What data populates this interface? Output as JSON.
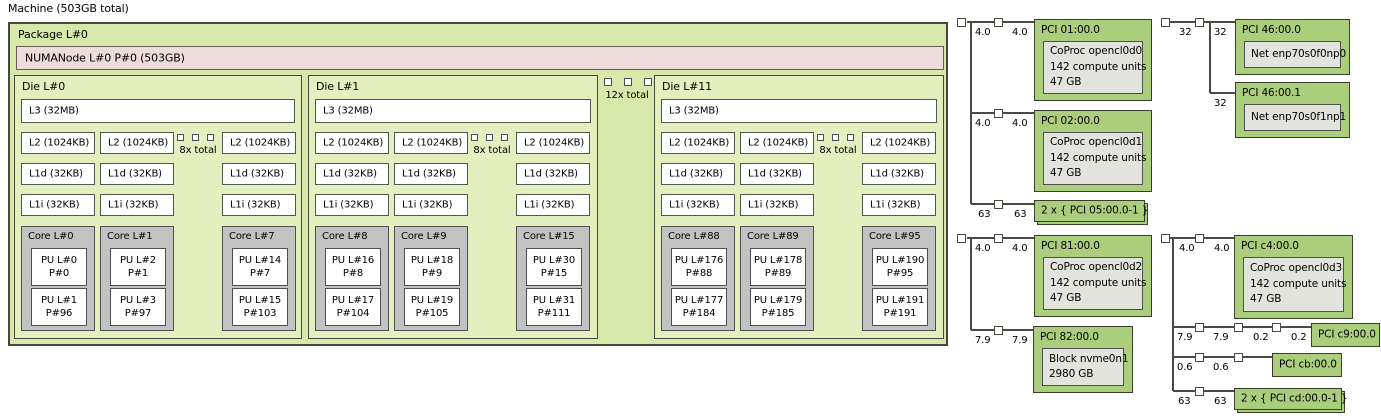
{
  "machine": {
    "label": "Machine (503GB total)"
  },
  "package": {
    "label": "Package L#0",
    "ellipsis": "12x total"
  },
  "numanode": {
    "label": "NUMANode L#0 P#0 (503GB)"
  },
  "dies": [
    {
      "label": "Die L#0",
      "l3": "L3 (32MB)",
      "ellipsis": "8x total",
      "columns": [
        {
          "l2": "L2 (1024KB)",
          "l1d": "L1d (32KB)",
          "l1i": "L1i (32KB)",
          "core": {
            "label": "Core L#0",
            "pus": [
              {
                "line1": "PU L#0",
                "line2": "P#0"
              },
              {
                "line1": "PU L#1",
                "line2": "P#96"
              }
            ]
          }
        },
        {
          "l2": "L2 (1024KB)",
          "l1d": "L1d (32KB)",
          "l1i": "L1i (32KB)",
          "core": {
            "label": "Core L#1",
            "pus": [
              {
                "line1": "PU L#2",
                "line2": "P#1"
              },
              {
                "line1": "PU L#3",
                "line2": "P#97"
              }
            ]
          }
        },
        {
          "l2": "L2 (1024KB)",
          "l1d": "L1d (32KB)",
          "l1i": "L1i (32KB)",
          "core": {
            "label": "Core L#7",
            "pus": [
              {
                "line1": "PU L#14",
                "line2": "P#7"
              },
              {
                "line1": "PU L#15",
                "line2": "P#103"
              }
            ]
          }
        }
      ]
    },
    {
      "label": "Die L#1",
      "l3": "L3 (32MB)",
      "ellipsis": "8x total",
      "columns": [
        {
          "l2": "L2 (1024KB)",
          "l1d": "L1d (32KB)",
          "l1i": "L1i (32KB)",
          "core": {
            "label": "Core L#8",
            "pus": [
              {
                "line1": "PU L#16",
                "line2": "P#8"
              },
              {
                "line1": "PU L#17",
                "line2": "P#104"
              }
            ]
          }
        },
        {
          "l2": "L2 (1024KB)",
          "l1d": "L1d (32KB)",
          "l1i": "L1i (32KB)",
          "core": {
            "label": "Core L#9",
            "pus": [
              {
                "line1": "PU L#18",
                "line2": "P#9"
              },
              {
                "line1": "PU L#19",
                "line2": "P#105"
              }
            ]
          }
        },
        {
          "l2": "L2 (1024KB)",
          "l1d": "L1d (32KB)",
          "l1i": "L1i (32KB)",
          "core": {
            "label": "Core L#15",
            "pus": [
              {
                "line1": "PU L#30",
                "line2": "P#15"
              },
              {
                "line1": "PU L#31",
                "line2": "P#111"
              }
            ]
          }
        }
      ]
    },
    {
      "label": "Die L#11",
      "l3": "L3 (32MB)",
      "ellipsis": "8x total",
      "columns": [
        {
          "l2": "L2 (1024KB)",
          "l1d": "L1d (32KB)",
          "l1i": "L1i (32KB)",
          "core": {
            "label": "Core L#88",
            "pus": [
              {
                "line1": "PU L#176",
                "line2": "P#88"
              },
              {
                "line1": "PU L#177",
                "line2": "P#184"
              }
            ]
          }
        },
        {
          "l2": "L2 (1024KB)",
          "l1d": "L1d (32KB)",
          "l1i": "L1i (32KB)",
          "core": {
            "label": "Core L#89",
            "pus": [
              {
                "line1": "PU L#178",
                "line2": "P#89"
              },
              {
                "line1": "PU L#179",
                "line2": "P#185"
              }
            ]
          }
        },
        {
          "l2": "L2 (1024KB)",
          "l1d": "L1d (32KB)",
          "l1i": "L1i (32KB)",
          "core": {
            "label": "Core L#95",
            "pus": [
              {
                "line1": "PU L#190",
                "line2": "P#95"
              },
              {
                "line1": "PU L#191",
                "line2": "P#191"
              }
            ]
          }
        }
      ]
    }
  ],
  "pci": {
    "groups": [
      {
        "branches": [
          {
            "links": [
              "4.0",
              "4.0"
            ],
            "device": {
              "title": "PCI 01:00.0",
              "lines": [
                "CoProc opencl0d0",
                "142 compute units",
                "47 GB"
              ]
            }
          },
          {
            "links": [
              "4.0",
              "4.0"
            ],
            "device": {
              "title": "PCI 02:00.0",
              "lines": [
                "CoProc opencl0d1",
                "142 compute units",
                "47 GB"
              ]
            }
          },
          {
            "links": [
              "63",
              "63"
            ],
            "device": {
              "title": "2 x { PCI 05:00.0-1 }",
              "stacked": true
            }
          }
        ]
      },
      {
        "branches": [
          {
            "links": [
              "32",
              "32"
            ],
            "device": {
              "title": "PCI 46:00.0",
              "lines": [
                "Net enp70s0f0np0"
              ]
            }
          },
          {
            "links": [
              "32"
            ],
            "device": {
              "title": "PCI 46:00.1",
              "lines": [
                "Net enp70s0f1np1"
              ]
            }
          }
        ]
      },
      {
        "branches": [
          {
            "links": [
              "4.0",
              "4.0"
            ],
            "device": {
              "title": "PCI 81:00.0",
              "lines": [
                "CoProc opencl0d2",
                "142 compute units",
                "47 GB"
              ]
            }
          },
          {
            "links": [
              "7.9",
              "7.9"
            ],
            "device": {
              "title": "PCI 82:00.0",
              "lines": [
                "Block nvme0n1",
                "2980 GB"
              ]
            }
          }
        ]
      },
      {
        "branches": [
          {
            "links": [
              "4.0",
              "4.0"
            ],
            "device": {
              "title": "PCI c4:00.0",
              "lines": [
                "CoProc opencl0d3",
                "142 compute units",
                "47 GB"
              ]
            }
          },
          {
            "links": [
              "7.9",
              "7.9",
              "0.2",
              "0.2"
            ],
            "device": {
              "title": "PCI c9:00.0"
            }
          },
          {
            "links": [
              "0.6",
              "0.6"
            ],
            "device": {
              "title": "PCI cb:00.0"
            }
          },
          {
            "links": [
              "63",
              "63"
            ],
            "device": {
              "title": "2 x { PCI cd:00.0-1 }",
              "stacked": true
            }
          }
        ]
      }
    ]
  },
  "colors": {
    "package": "#d8e7aa",
    "numanode": "#eedcdb",
    "die": "#e3efbe",
    "cache": "#ffffff",
    "core": "#c2c2c2",
    "pu": "#ffffff",
    "pci": "#aace7c",
    "osdev": "#e3e3de",
    "line": "#4a4a42",
    "border": "#45483a"
  }
}
